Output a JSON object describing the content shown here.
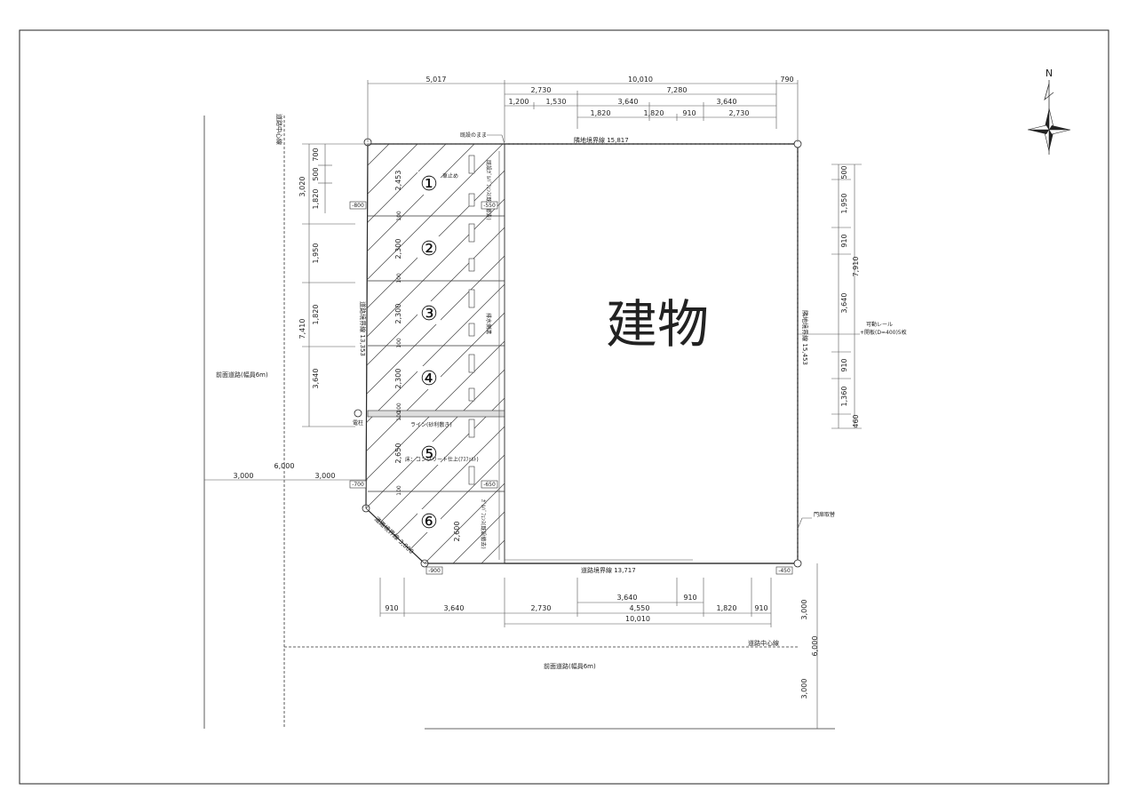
{
  "building": "建物",
  "north": "N",
  "parking_numbers": [
    "①",
    "②",
    "③",
    "④",
    "⑤",
    "⑥"
  ],
  "bay_depths": [
    "2,453",
    "2,300",
    "2,300",
    "2,300",
    "2,650",
    "2,600"
  ],
  "bay_gaps": [
    "100",
    "100",
    "100",
    "100",
    "100",
    "100"
  ],
  "top_dims": {
    "row1": [
      "5,017",
      "10,010",
      "790"
    ],
    "row2": [
      "2,730",
      "7,280"
    ],
    "row3": [
      "1,200",
      "1,530",
      "3,640",
      "3,640"
    ],
    "row4": [
      "1,820",
      "1,820",
      "910",
      "2,730"
    ]
  },
  "bottom_dims": {
    "row1": [
      "3,640",
      "910"
    ],
    "row2": [
      "910",
      "3,640",
      "2,730",
      "4,550",
      "1,820",
      "910"
    ],
    "row3": [
      "10,010"
    ]
  },
  "left_dims": {
    "outer": [
      "3,020",
      "1,950",
      "1,820",
      "3,640"
    ],
    "outer_total": "7,410",
    "inner": [
      "700",
      "500",
      "1,820"
    ]
  },
  "right_dims": {
    "inner": [
      "500",
      "1,950",
      "910",
      "3,640",
      "910",
      "1,360",
      "460"
    ],
    "total": "7,910"
  },
  "right_road_dims": [
    "3,000",
    "6,000",
    "3,000"
  ],
  "left_road_dims": [
    "6,000",
    "3,000",
    "3,000"
  ],
  "labels": {
    "neighbor_top": "隣地境界線 15,817",
    "neighbor_right": "隣地境界線 15,453",
    "road_left": "道路境界線 13,353",
    "road_bottom": "道路境界線 13,717",
    "road_corner": "道路境界線 3,000",
    "road_center_left": "道路中心線",
    "road_center_bottom": "道路中心線",
    "front_road_left": "前面道路(幅員6m)",
    "front_road_bottom": "前面道路(幅員6m)",
    "existing": "既設のまま",
    "car_stop": "車止め",
    "fence": "既設ｶﾞﾙﾊﾞﾌｪﾝｽ(既設撤去)",
    "pole": "電柱",
    "line_paint": "ライン(砂利敷き)",
    "floor_finish": "床：コンクリート仕上(ｱｽﾌｧﾙﾄ)",
    "gate": "門扉取替",
    "rail": "可動レール",
    "panel": "+開板(D=400)5枚",
    "fence_bottom": "ｶﾞﾙﾊﾞﾌｪﾝｽ(既設撤去)",
    "drain": "排水側溝",
    "lv_800": "-800",
    "lv_550": "-550",
    "lv_700": "-700",
    "lv_650": "-650",
    "lv_900": "-900",
    "lv_450": "-450"
  }
}
